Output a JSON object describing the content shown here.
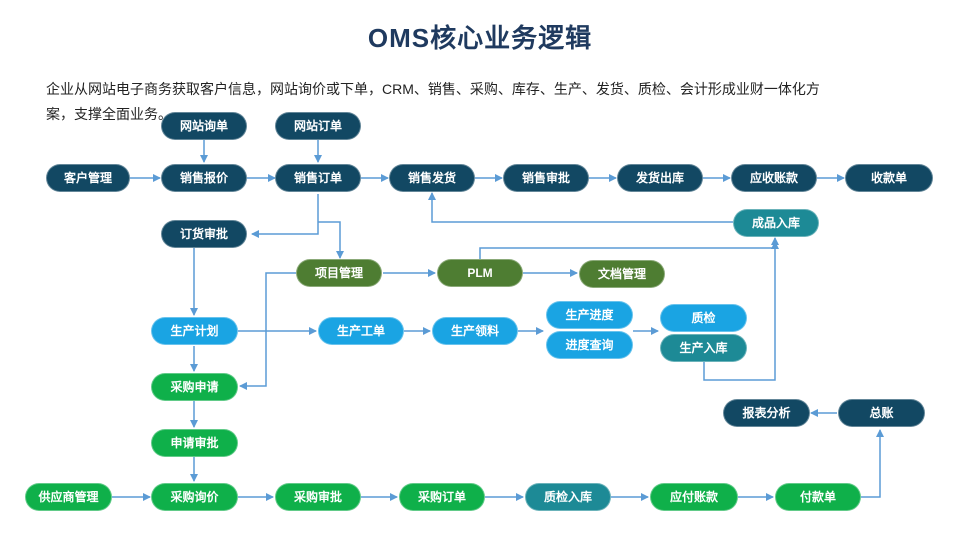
{
  "title": "OMS核心业务逻辑",
  "description": "企业从网站电子商务获取客户信息，网站询价或下单，CRM、销售、采购、库存、生产、发货、质检、会计形成业财一体化方案，支撑全面业务。",
  "colors": {
    "navy": "#124863",
    "green": "#0fb04a",
    "olive": "#4e7d32",
    "sky": "#1aa4e3",
    "teal": "#1d8a96",
    "line": "#5b9bd5"
  },
  "nodes": {
    "web_inquiry": "网站询单",
    "web_order": "网站订单",
    "customer_mgmt": "客户管理",
    "sales_quote": "销售报价",
    "sales_order": "销售订单",
    "sales_invoice": "销售发货",
    "sales_audit": "销售审批",
    "ship_out": "发货出库",
    "receivable": "应收账款",
    "collection": "收款单",
    "finished_in": "成品入库",
    "order_review": "订货审批",
    "project_mgmt": "项目管理",
    "plm": "PLM",
    "doc_mgmt": "文档管理",
    "prod_plan": "生产计划",
    "work_order": "生产工单",
    "material_pick": "生产领料",
    "prod_progress": "生产进度",
    "progress_query": "进度查询",
    "qc": "质检",
    "prod_in": "生产入库",
    "purchase_req": "采购申请",
    "req_review": "申请审批",
    "report_analysis": "报表分析",
    "ledger": "总账",
    "supplier_mgmt": "供应商管理",
    "purchase_inquiry": "采购询价",
    "purchase_audit": "采购审批",
    "purchase_order": "采购订单",
    "qc_in": "质检入库",
    "payable": "应付账款",
    "payment": "付款单"
  }
}
